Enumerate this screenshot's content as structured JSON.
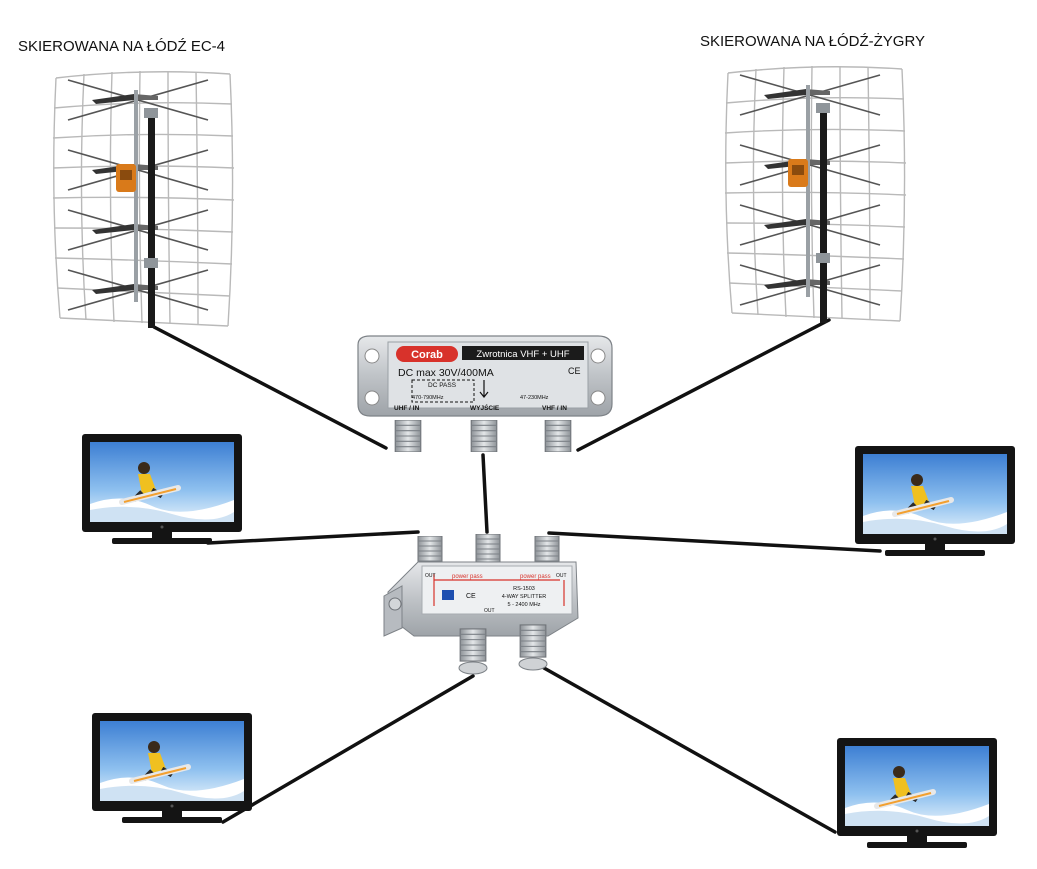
{
  "labels": {
    "antenna_left": "SKIEROWANA NA ŁÓDŹ EC-4",
    "antenna_right": "SKIEROWANA NA ŁÓDŹ-ŻYGRY"
  },
  "combiner": {
    "brand": "Corab",
    "title": "Zwrotnica VHF + UHF",
    "dc_rating": "DC max 30V/400MA",
    "dc_pass": "DC PASS",
    "uhf_range": "470-790MHz",
    "vhf_range": "47-230MHz",
    "port_uhf": "UHF / IN",
    "port_out": "WYJŚCIE",
    "port_vhf": "VHF / IN",
    "ce_mark": "CE"
  },
  "splitter": {
    "model": "RS-1503",
    "name": "4-WAY SPLITTER",
    "range": "5 - 2400 MHz",
    "power_pass_1": "power pass",
    "power_pass_2": "power pass",
    "out_1": "OUT",
    "out_2": "OUT",
    "out_3": "OUT",
    "ce_mark": "CE"
  },
  "colors": {
    "cable": "#111111",
    "grid": "#b9b9b9",
    "antenna_mast": "#1a1a1a",
    "amplifier": "#d97a1a",
    "metal": "#c9ccd0",
    "splitter_red": "#d8322b",
    "screen_sky": "#5f9fe0",
    "tv_frame": "#141414"
  }
}
